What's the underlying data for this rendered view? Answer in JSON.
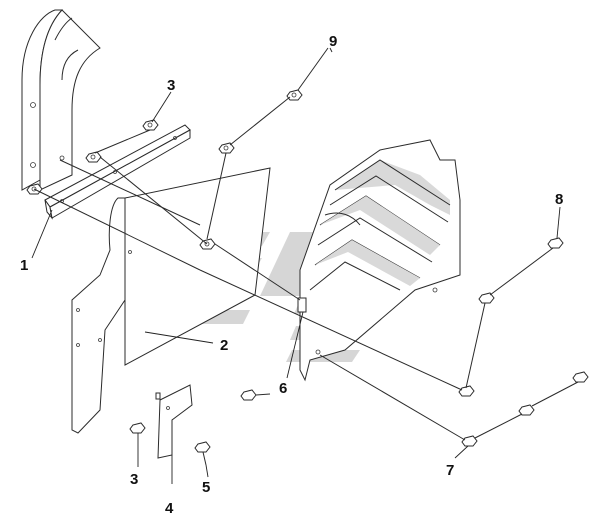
{
  "callouts": [
    {
      "id": "c1",
      "label": "1"
    },
    {
      "id": "c2",
      "label": "2"
    },
    {
      "id": "c3a",
      "label": "3"
    },
    {
      "id": "c3b",
      "label": "3"
    },
    {
      "id": "c4",
      "label": "4"
    },
    {
      "id": "c5",
      "label": "5"
    },
    {
      "id": "c6",
      "label": "6"
    },
    {
      "id": "c7",
      "label": "7"
    },
    {
      "id": "c8",
      "label": "8"
    },
    {
      "id": "c9",
      "label": "9"
    }
  ],
  "watermark": {
    "icon": "company-logo-watermark",
    "color": "#cfcfcf"
  }
}
